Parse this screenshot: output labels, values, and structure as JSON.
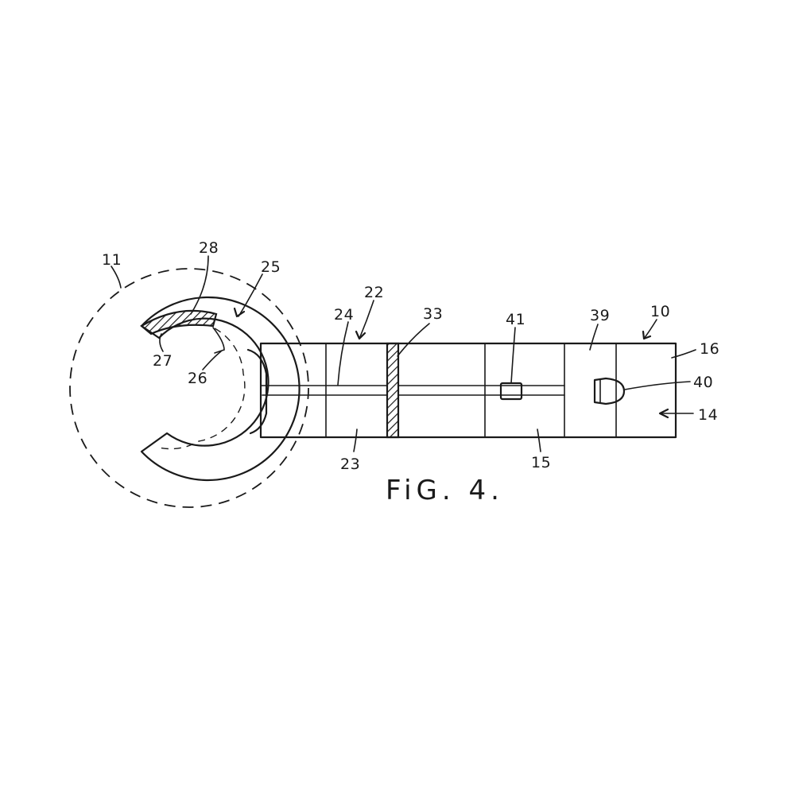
{
  "figure": {
    "caption": "FiG. 4.",
    "labels": {
      "ref_11": "11",
      "ref_28": "28",
      "ref_25": "25",
      "ref_22": "22",
      "ref_24": "24",
      "ref_33": "33",
      "ref_41": "41",
      "ref_39": "39",
      "ref_10": "10",
      "ref_16": "16",
      "ref_40": "40",
      "ref_14": "14",
      "ref_27": "27",
      "ref_26": "26",
      "ref_23": "23",
      "ref_15": "15"
    }
  }
}
